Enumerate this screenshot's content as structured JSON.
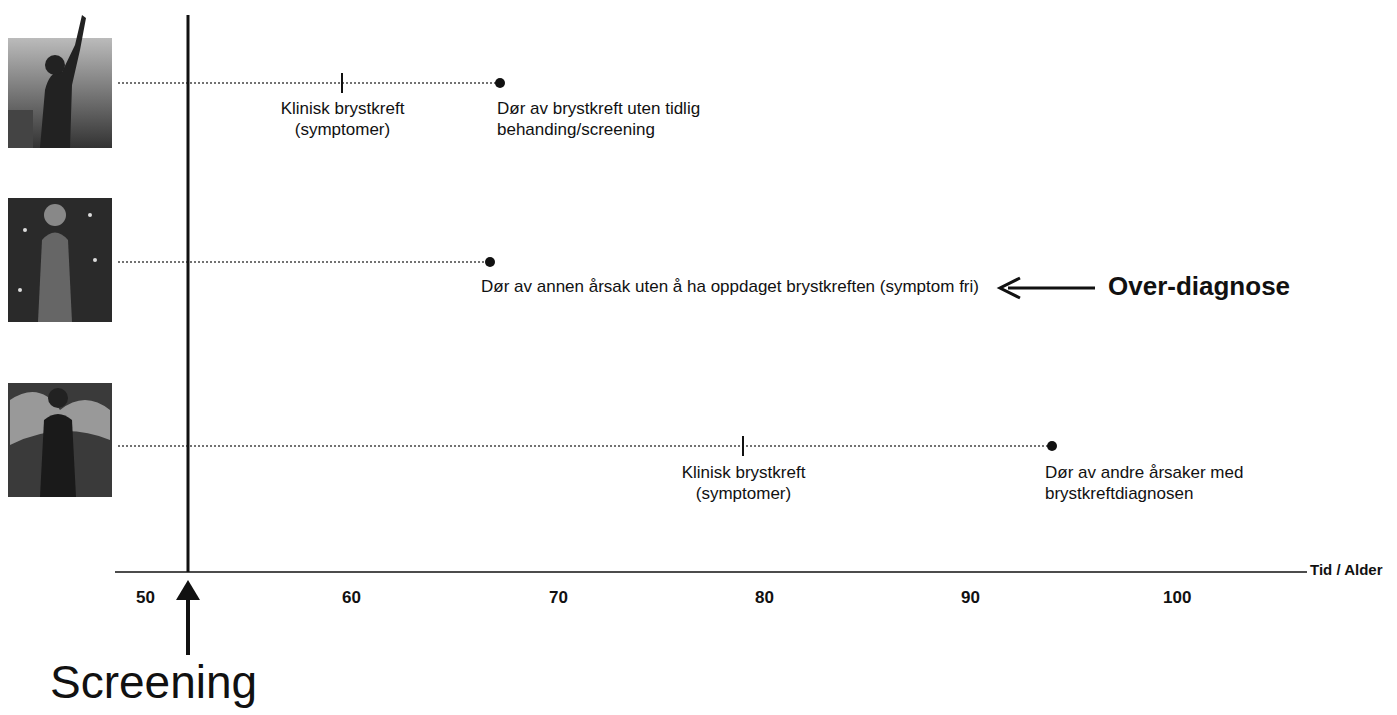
{
  "diagram": {
    "labels": [
      "Klinisk brystkreft (symptomer)",
      "Dør av brystkreft uten tidlig behanding/screening",
      "Dør av annen årsak uten å ha oppdaget brystkreften (symptom fri)",
      "Over-diagnose",
      "Klinisk brystkreft (symptomer)",
      "Dør av andre årsaker med brystkreftdiagnosen",
      "Tid / Alder",
      "50",
      "60",
      "70",
      "80",
      "90",
      "100",
      "Screening"
    ]
  }
}
